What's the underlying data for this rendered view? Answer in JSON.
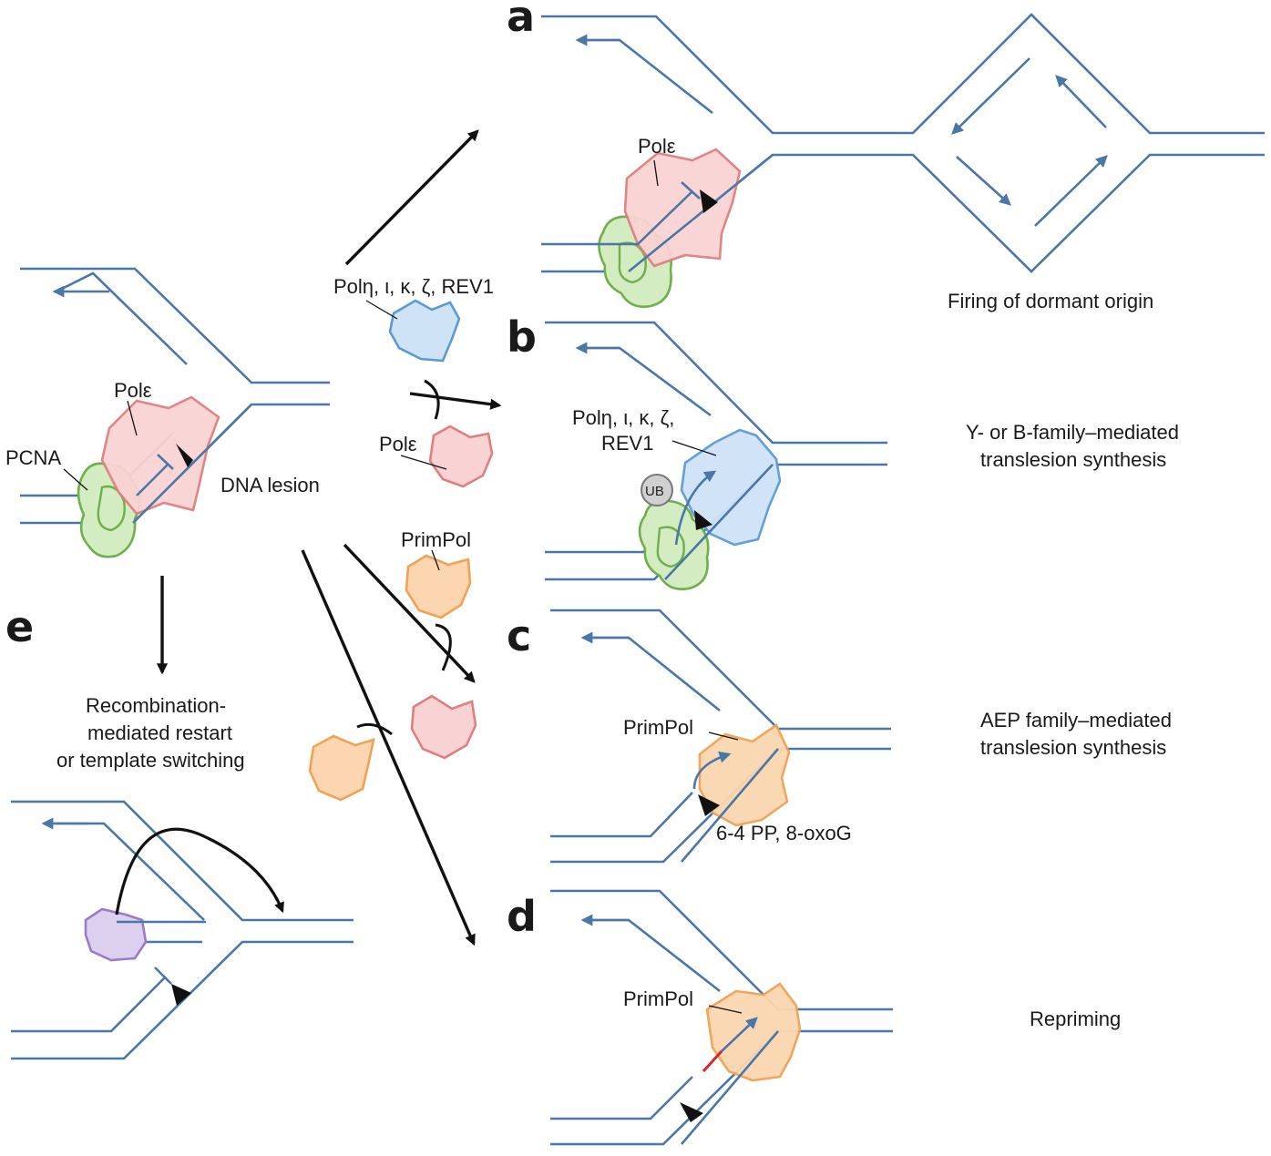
{
  "panels": {
    "a": "a",
    "b": "b",
    "c": "c",
    "d": "d",
    "e": "e"
  },
  "labels": {
    "pol_epsilon": "Polε",
    "pcna": "PCNA",
    "dna_lesion": "DNA lesion",
    "tls_polymerases": "Polη, ι, κ, ζ, REV1",
    "tls_polymerases_b_line1": "Polη, ι, κ, ζ,",
    "tls_polymerases_b_line2": "REV1",
    "primpol": "PrimPol",
    "ub": "UB",
    "lesion_types": "6-4 PP, 8-oxoG"
  },
  "outcomes": {
    "a": "Firing of dormant origin",
    "b_line1": "Y- or B-family–mediated",
    "b_line2": "translesion synthesis",
    "c_line1": "AEP family–mediated",
    "c_line2": "translesion synthesis",
    "d": "Repriming",
    "e_line1": "Recombination-",
    "e_line2": "mediated restart",
    "e_line3": "or template switching"
  },
  "colors": {
    "dna": "#4a77a8",
    "pol_epsilon_fill": "#f9d3d3",
    "pol_epsilon_stroke": "#df7f80",
    "pcna_fill": "#d3ecc1",
    "pcna_stroke": "#6fb04b",
    "tls_fill": "#cfe3f7",
    "tls_stroke": "#5a9bd5",
    "primpol_fill": "#fbd6b0",
    "primpol_stroke": "#f0a355",
    "recomb_fill": "#ddd0ee",
    "recomb_stroke": "#9a7cc6",
    "lesion": "#111111",
    "primer_red": "#d9262a"
  }
}
